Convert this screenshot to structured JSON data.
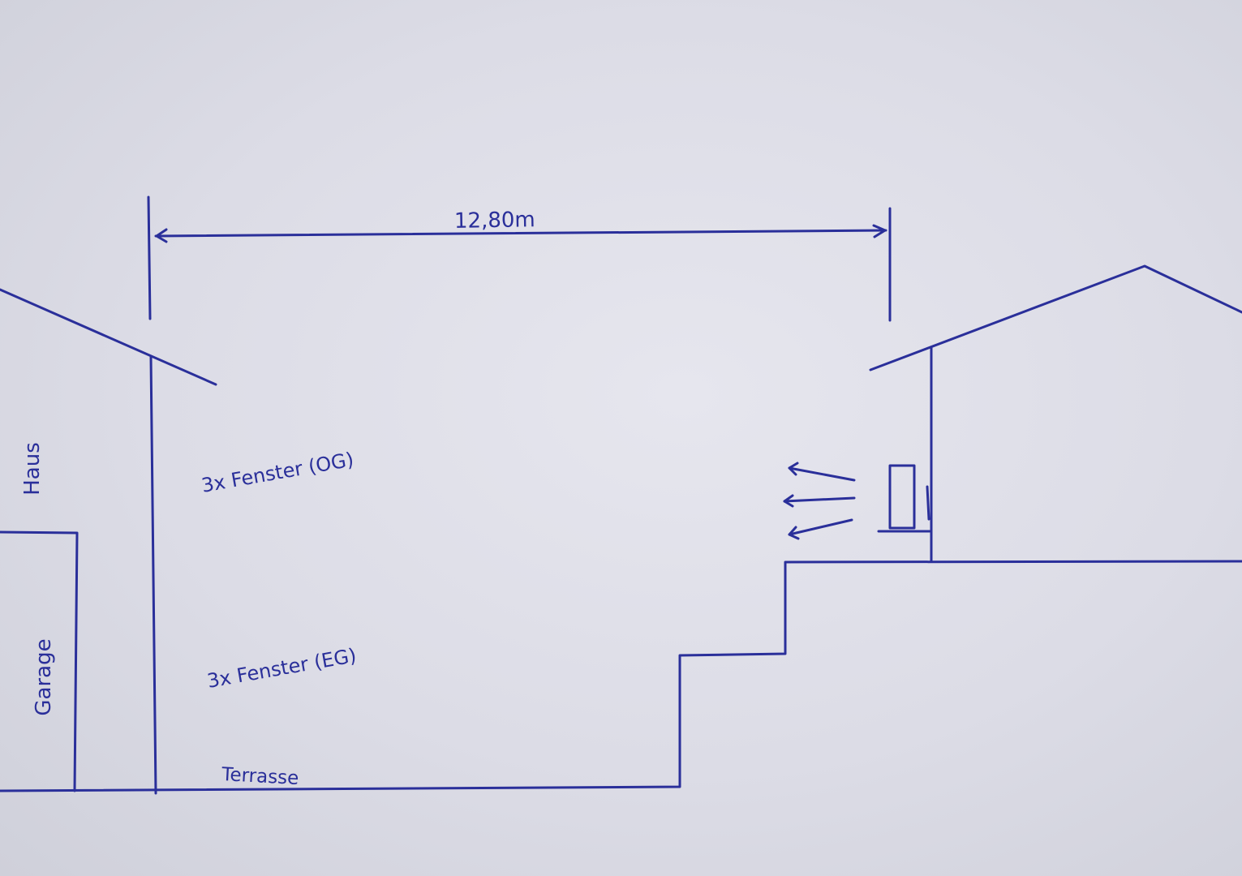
{
  "labels": {
    "dimension": "12,80m",
    "haus": "Haus",
    "garage": "Garage",
    "fenster_og": "3x Fenster (OG)",
    "fenster_eg": "3x Fenster (EG)",
    "terrasse": "Terrasse"
  },
  "colors": {
    "ink": "#2a2f9a",
    "paper": "#dcdce6"
  }
}
